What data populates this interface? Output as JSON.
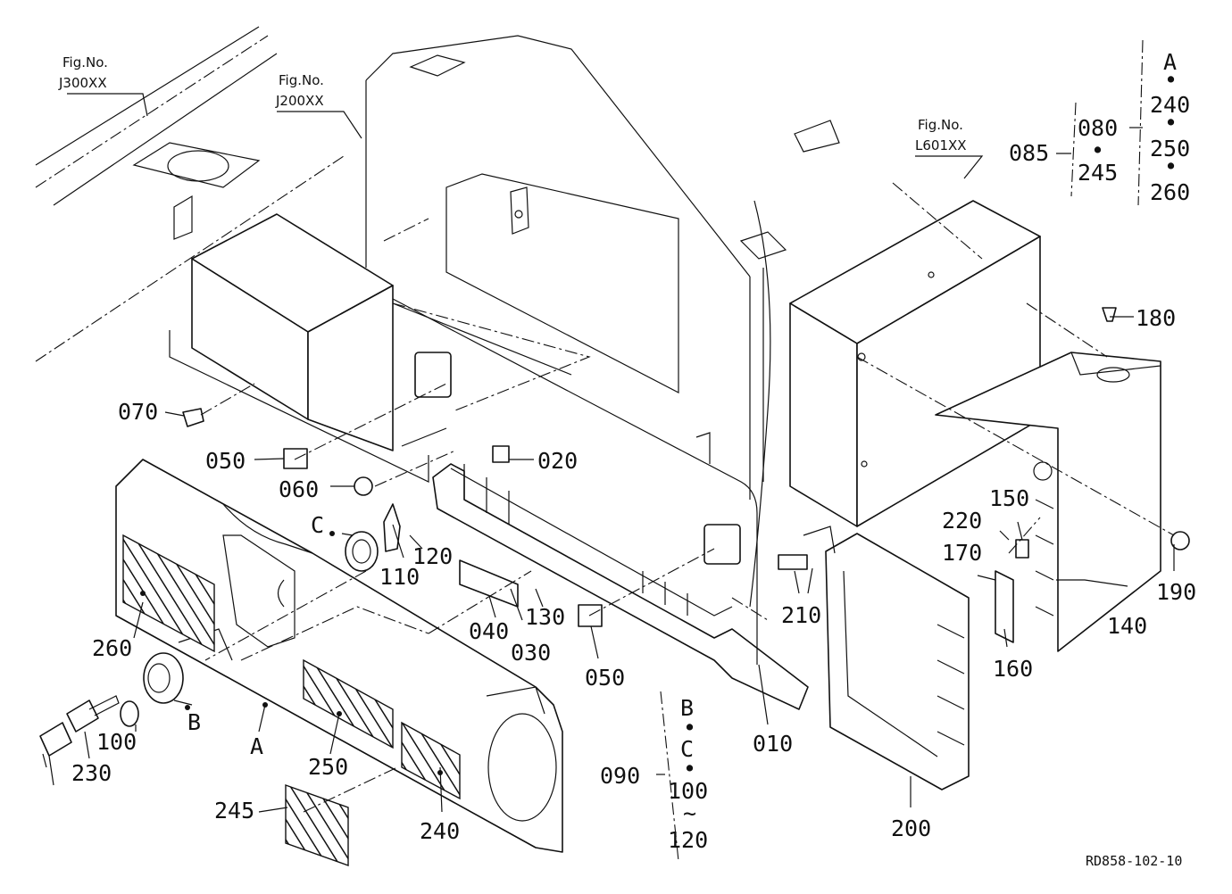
{
  "fig_refs": [
    {
      "line1": "Fig.No.",
      "line2": "J300XX"
    },
    {
      "line1": "Fig.No.",
      "line2": "J200XX"
    },
    {
      "line1": "Fig.No.",
      "line2": "L601XX"
    }
  ],
  "parts": {
    "p010": "010",
    "p020": "020",
    "p030": "030",
    "p040": "040",
    "p050a": "050",
    "p050b": "050",
    "p060": "060",
    "p070": "070",
    "p085": "085",
    "p090": "090",
    "p100a": "100",
    "p110": "110",
    "p120a": "120",
    "p130": "130",
    "p140": "140",
    "p150": "150",
    "p160": "160",
    "p170": "170",
    "p180": "180",
    "p190": "190",
    "p200": "200",
    "p210": "210",
    "p220": "220",
    "p230": "230",
    "p240": "240",
    "p245": "245",
    "p250": "250",
    "p260": "260"
  },
  "callouts": {
    "A": "A",
    "B": "B",
    "C": "C"
  },
  "set_a": {
    "head": "A",
    "items": [
      "240",
      "250",
      "260"
    ],
    "dot": "•"
  },
  "set_085": {
    "items": [
      "080",
      "245"
    ],
    "dot": "•"
  },
  "set_090": {
    "items": [
      "B",
      "C",
      "100",
      "120"
    ],
    "dot": "•",
    "range": "~"
  },
  "drawing_code": "RD858-102-10",
  "icons": [
    "hatched-panel-icon",
    "key-icon",
    "key-cylinder-icon"
  ]
}
